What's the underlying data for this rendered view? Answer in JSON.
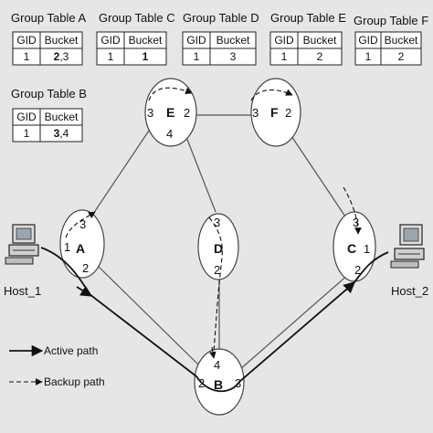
{
  "group_tables": [
    {
      "title": "Group Table A",
      "header": {
        "gid": "GID",
        "bucket": "Bucket"
      },
      "row": {
        "gid": "1",
        "bucket_bold": "2",
        "bucket_rest": ",3"
      }
    },
    {
      "title": "Group Table C",
      "header": {
        "gid": "GID",
        "bucket": "Bucket"
      },
      "row": {
        "gid": "1",
        "bucket_bold": "1",
        "bucket_rest": ""
      }
    },
    {
      "title": "Group Table D",
      "header": {
        "gid": "GID",
        "bucket": "Bucket"
      },
      "row": {
        "gid": "1",
        "bucket_bold": "",
        "bucket_rest": "3"
      }
    },
    {
      "title": "Group Table E",
      "header": {
        "gid": "GID",
        "bucket": "Bucket"
      },
      "row": {
        "gid": "1",
        "bucket_bold": "",
        "bucket_rest": "2"
      }
    },
    {
      "title": "Group Table F",
      "header": {
        "gid": "GID",
        "bucket": "Bucket"
      },
      "row": {
        "gid": "1",
        "bucket_bold": "",
        "bucket_rest": "2"
      }
    },
    {
      "title": "Group Table B",
      "header": {
        "gid": "GID",
        "bucket": "Bucket"
      },
      "row": {
        "gid": "1",
        "bucket_bold": "3",
        "bucket_rest": ",4"
      }
    }
  ],
  "nodes": {
    "A": {
      "name": "A",
      "ports": [
        "1",
        "2",
        "3"
      ]
    },
    "B": {
      "name": "B",
      "ports": [
        "2",
        "3",
        "4"
      ]
    },
    "C": {
      "name": "C",
      "ports": [
        "1",
        "2",
        "3"
      ]
    },
    "D": {
      "name": "D",
      "ports": [
        "2",
        "3"
      ]
    },
    "E": {
      "name": "E",
      "ports": [
        "2",
        "3",
        "4"
      ]
    },
    "F": {
      "name": "F",
      "ports": [
        "2",
        "3"
      ]
    }
  },
  "hosts": {
    "host1": {
      "label": "Host_1",
      "icon": "computer-icon"
    },
    "host2": {
      "label": "Host_2",
      "icon": "computer-icon"
    }
  },
  "legend": {
    "active": "Active path",
    "backup": "Backup path"
  },
  "colors": {
    "background": "#e6e6e6",
    "node_fill": "#ffffff",
    "line": "#555555",
    "path": "#111111"
  }
}
